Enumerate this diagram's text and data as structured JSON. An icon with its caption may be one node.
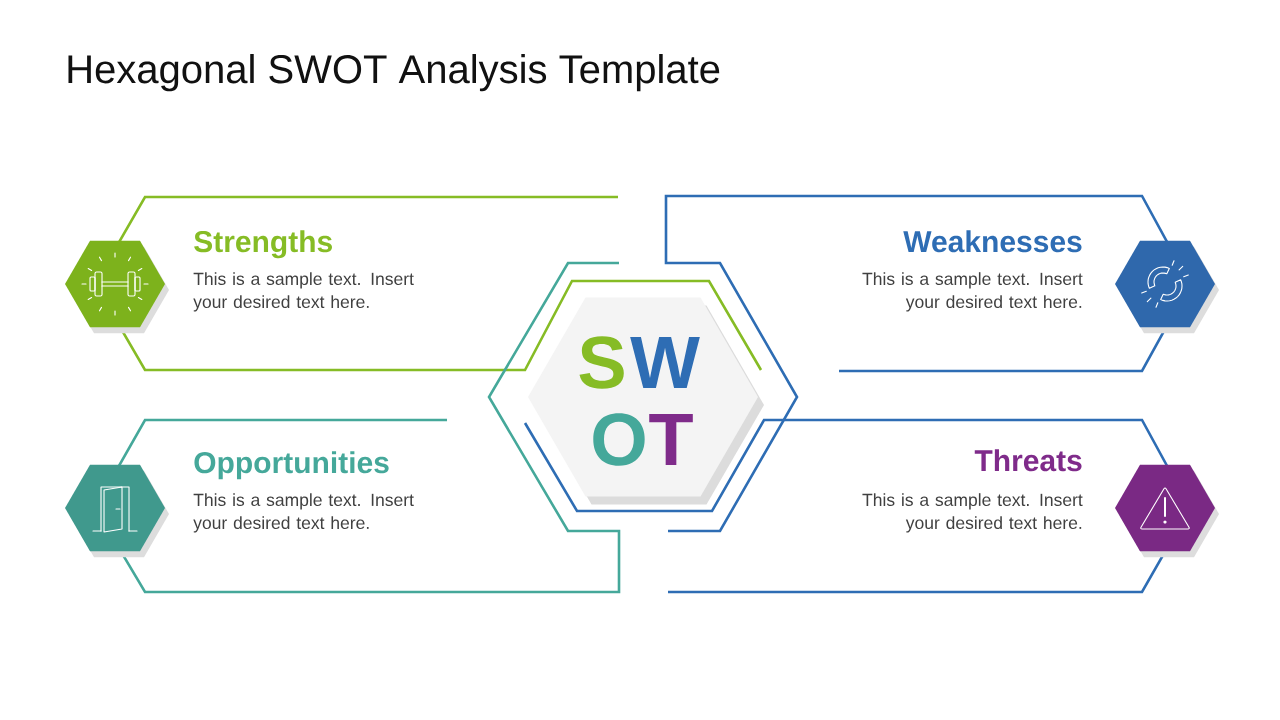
{
  "diagram": {
    "title": "Hexagonal SWOT Analysis Template",
    "nodes": [
      {
        "text": [
          "Strengths",
          "This is a sample text. Insert your desired text here."
        ]
      },
      {
        "text": [
          "Weaknesses",
          "This is a sample text. Insert your desired text here."
        ]
      },
      {
        "text": [
          "S",
          "W",
          "O",
          "T"
        ]
      },
      {
        "text": [
          "Opportunities",
          "This is a sample text. Insert your desired text here."
        ]
      },
      {
        "text": [
          "Threats",
          "This is a sample text. Insert your desired text here."
        ]
      }
    ]
  }
}
